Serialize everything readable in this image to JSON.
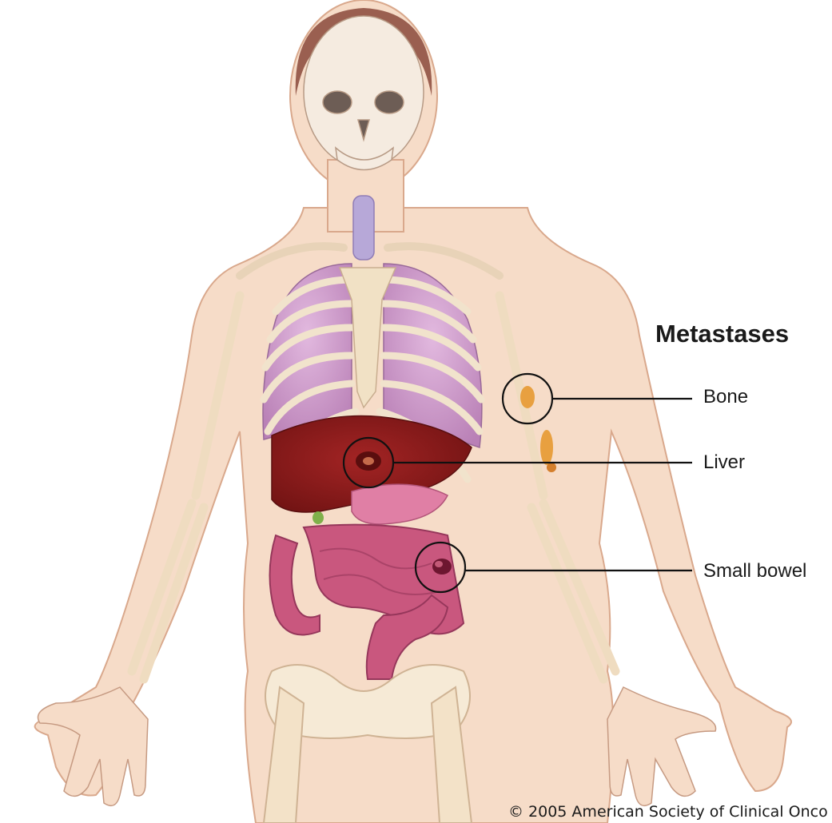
{
  "figure": {
    "title": "Metastases",
    "labels": [
      {
        "id": "bone",
        "text": "Bone"
      },
      {
        "id": "liver",
        "text": "Liver"
      },
      {
        "id": "small_bowel",
        "text": "Small bowel"
      }
    ],
    "copyright": "© 2005 American Society of Clinical Onco"
  },
  "colors": {
    "skin": "#f6dcc8",
    "bone": "#f7e9d2",
    "lung": "#cf9fcc",
    "liver": "#8e1d1d",
    "intestine": "#c9577e",
    "tumor": "#e8a040",
    "callout": "#111111"
  }
}
